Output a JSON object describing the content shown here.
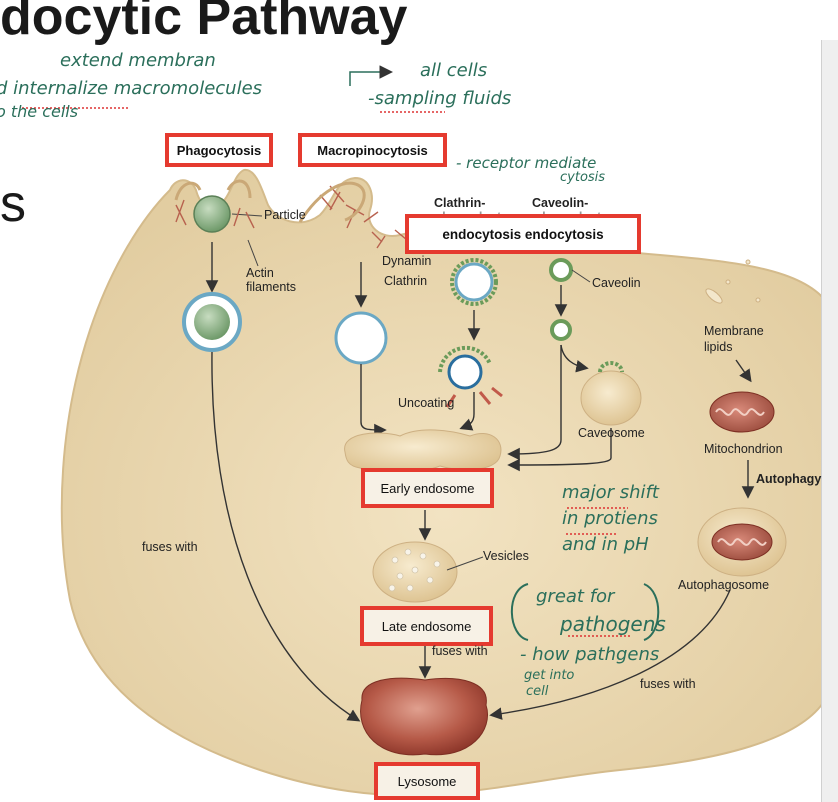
{
  "title": "docytic Pathway",
  "bullet_fragment": "s",
  "boxes": {
    "phagocytosis": "Phagocytosis",
    "macropinocytosis": "Macropinocytosis",
    "clathrin_dependent": "Clathrin-",
    "clathrin_dependent_2": "dependent",
    "caveolin_dependent": "Caveolin-",
    "caveolin_dependent_2": "dependent",
    "endocytosis_boxed": "endocytosis  endocytosis",
    "early_endosome": "Early endosome",
    "late_endosome": "Late endosome",
    "lysosome": "Lysosome"
  },
  "labels": {
    "particle": "Particle",
    "actin_filaments_1": "Actin",
    "actin_filaments_2": "filaments",
    "dynamin": "Dynamin",
    "clathrin": "Clathrin",
    "caveolin": "Caveolin",
    "membrane_lipids_1": "Membrane",
    "membrane_lipids_2": "lipids",
    "uncoating": "Uncoating",
    "caveosome": "Caveosome",
    "mitochondrion": "Mitochondrion",
    "autophagy": "Autophagy",
    "fuses_with_left": "fuses with",
    "vesicles": "Vesicles",
    "autophagosome": "Autophagosome",
    "fuses_with_late": "fuses with",
    "fuses_with_right": "fuses with"
  },
  "handwriting": {
    "extend": "extend membran",
    "internalize": "d internalize macromolecules",
    "into_cells": "o the cells",
    "all_cells": "all cells",
    "sampling": "-sampling fluids",
    "receptor_1": "- receptor mediate",
    "receptor_2": "cytosis",
    "major_1": "major shift",
    "major_2": "in protiens",
    "major_3": "and in pH",
    "great_1": "great for",
    "great_2": "pathogens",
    "how_1": "- how pathgens",
    "how_2": "get into",
    "how_3": "cell"
  },
  "colors": {
    "cell": "#e9d7b1",
    "cell_edge": "#d9c39a",
    "highlight_box": "#e53a2f",
    "handwriting": "#2b6f5b",
    "lysosome": "#b85c4e"
  }
}
